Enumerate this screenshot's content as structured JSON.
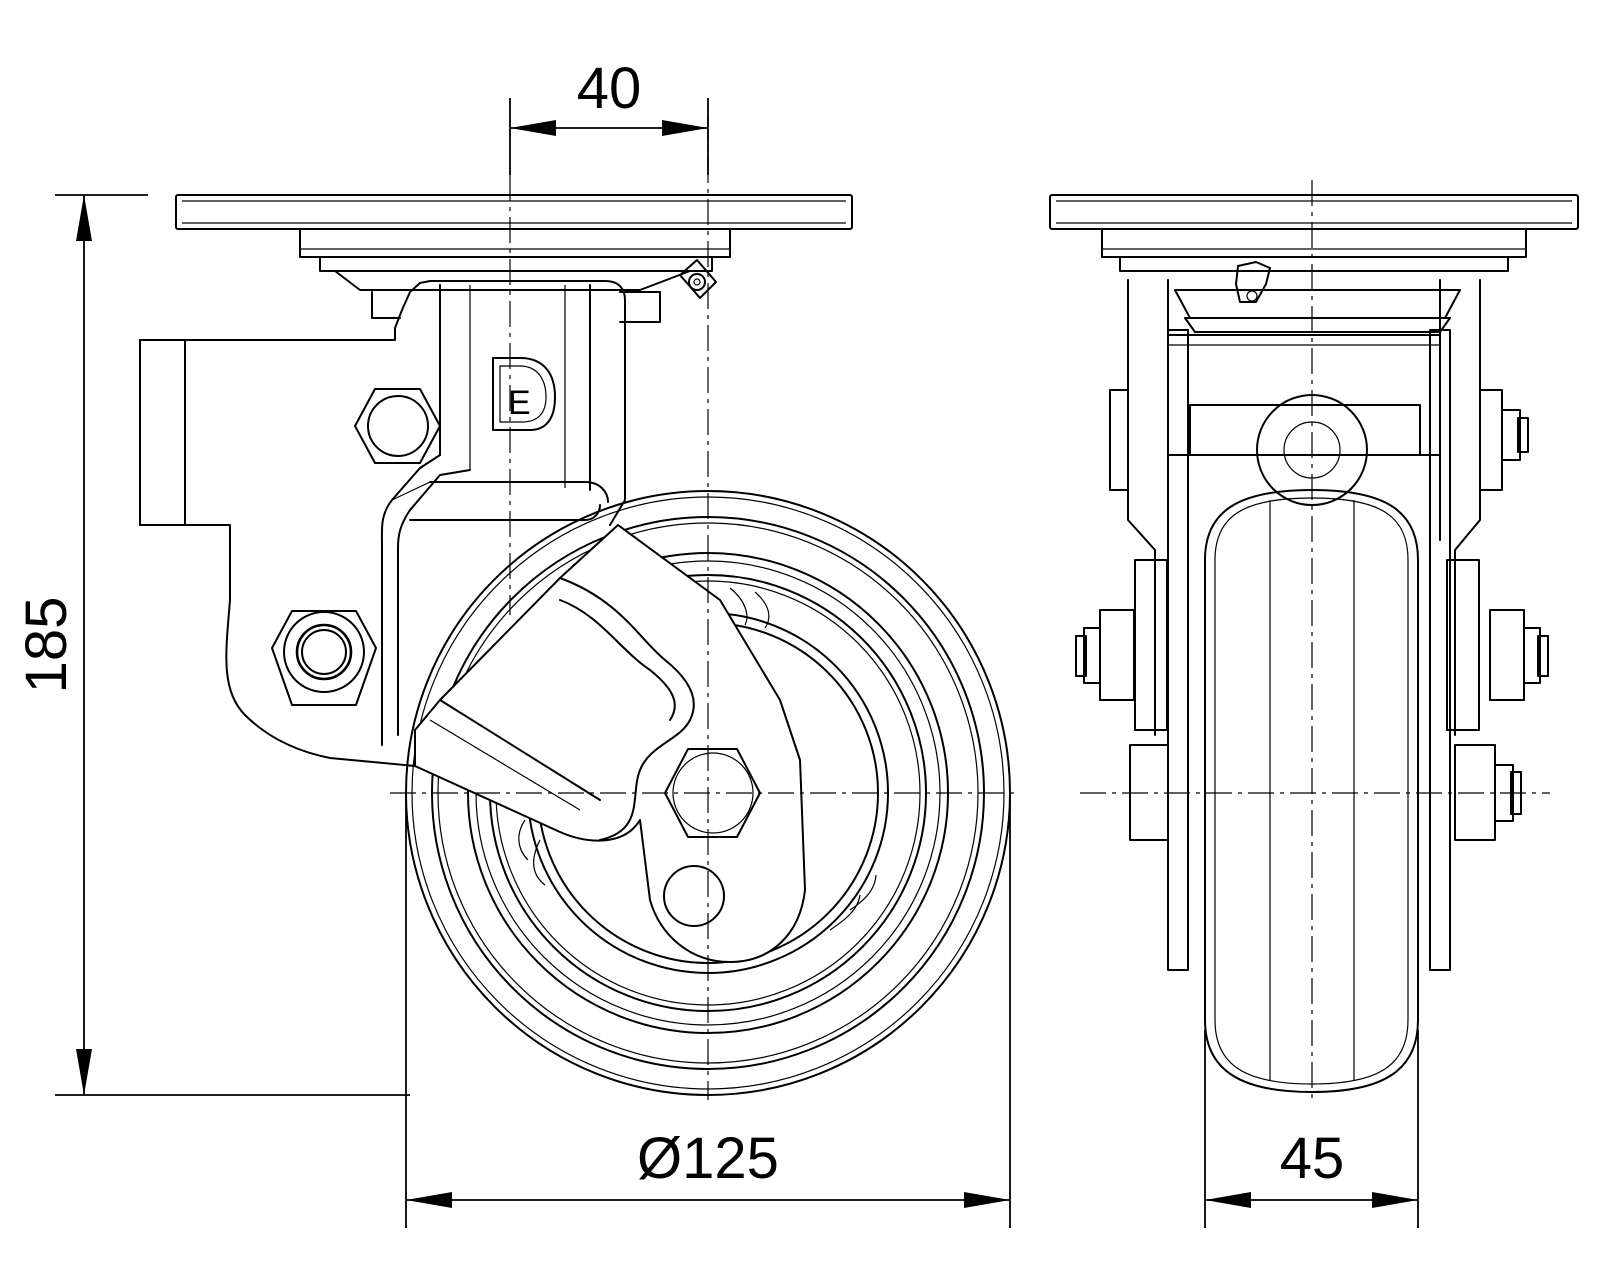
{
  "dimensions": {
    "offset": "40",
    "height": "185",
    "wheel_diameter": "Ø125",
    "wheel_width": "45"
  },
  "logo": {
    "letter": "E"
  }
}
